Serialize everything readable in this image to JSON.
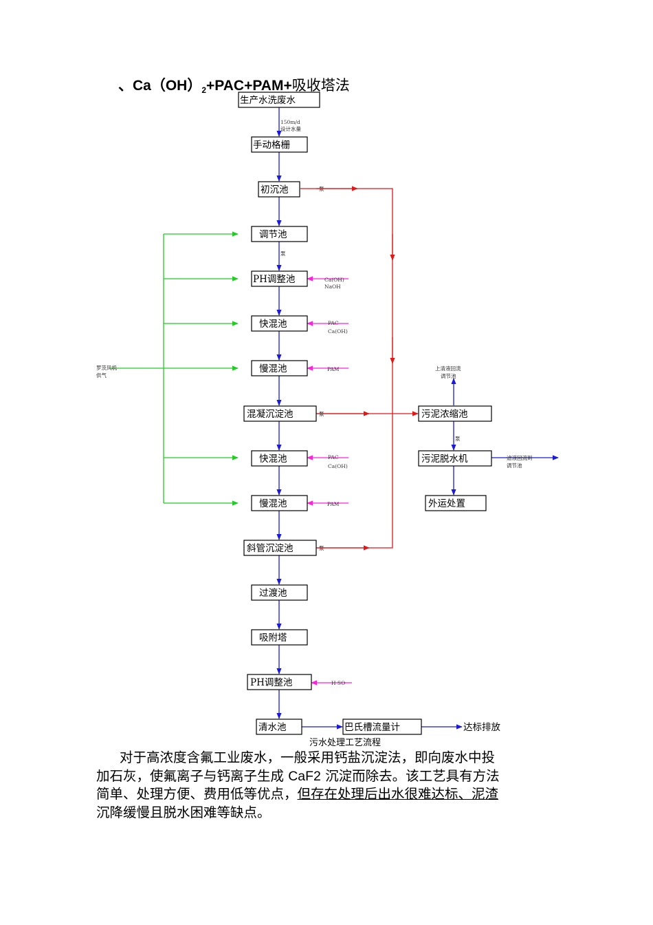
{
  "heading": {
    "prefix": "、Ca（OH）",
    "subscript": "2",
    "formula": "+PAC+PAM+",
    "tail": "吸收塔法"
  },
  "boxes": {
    "raw_water": "生产水洗废水",
    "screen": "手动格栅",
    "primary": "初沉池",
    "equalize": "调节池",
    "ph1": "PH调整池",
    "fastmix1": "快混池",
    "slowmix1": "慢混池",
    "coag": "混凝沉淀池",
    "fastmix2": "快混池",
    "slowmix2": "慢混池",
    "tube": "斜管沉淀池",
    "transition": "过渡池",
    "adsorb": "吸附塔",
    "ph2": "PH调整池",
    "clear": "清水池",
    "flume": "巴氏槽流量计",
    "thicken": "污泥浓缩池",
    "dewater": "污泥脱水机",
    "outside": "外运处置"
  },
  "labels": {
    "flow_rate": "150m/d",
    "design_water": "设计水量",
    "pump_primary": "泵",
    "pump_equalize": "泵",
    "pump_coag": "泵",
    "pump_tube": "泵",
    "pump_thicken": "泵",
    "ph1_chem1": "Ca(OH)",
    "ph1_chem2": "NaOH",
    "fm1_chem1": "PAC",
    "fm1_chem2": "Ca(OH)",
    "sm1_chem": "PAM",
    "fm2_chem1": "PAC",
    "fm2_chem2": "Ca(OH)",
    "sm2_chem": "PAM",
    "ph2_chem": "H SO",
    "blower1": "罗茨风机",
    "blower2": "供气",
    "supernatant1": "上清液回流",
    "supernatant2": "调节池",
    "filtrate1": "滤液回流到",
    "filtrate2": "调节池",
    "discharge": "达标排放"
  },
  "caption": "污水处理工艺流程",
  "paragraph": {
    "line1": "对于高浓度含氟工业废水，一般采用钙盐沉淀法，即向废水中投",
    "line2a": "加石灰，使氟离子与钙离子生成 ",
    "line2b": "CaF2",
    "line2c": " 沉淀而除去。该工艺具有方法",
    "line3a": "简单、处理方便、费用低等优点，",
    "line3b": "但存在处理后出水很难达标、泥渣",
    "line4": "沉降缓慢且脱水困难等缺点。"
  },
  "colors": {
    "main_flow": "#1a1ad8",
    "sludge": "#e01818",
    "air": "#22cc22",
    "chemical": "#ff22dd"
  }
}
